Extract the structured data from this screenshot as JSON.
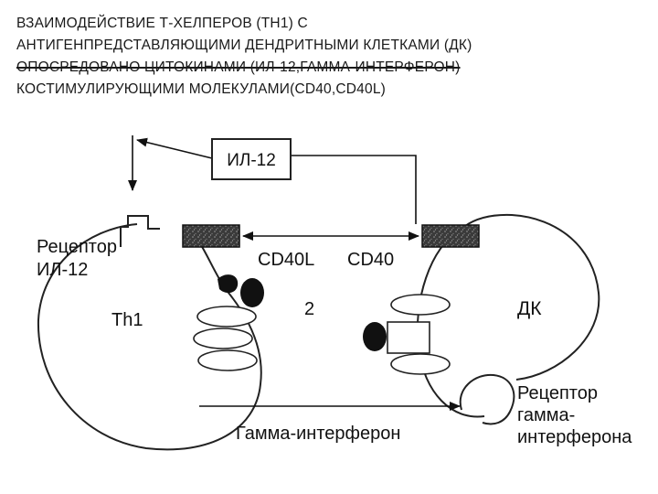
{
  "title": {
    "lines": [
      "ВЗАИМОДЕЙСТВИЕ Т-ХЕЛПЕРОВ (TH1) С",
      "АНТИГЕНПРЕДСТАВЛЯЮЩИМИ ДЕНДРИТНЫМИ КЛЕТКАМИ (ДК)",
      "ОПОСРЕДОВАНО ЦИТОКИНАМИ (ИЛ-12,ГАММА-ИНТЕРФЕРОН)",
      "КОСТИМУЛИРУЮЩИМИ МОЛЕКУЛАМИ(CD40,CD40L)"
    ]
  },
  "diagram": {
    "il12_box": "ИЛ-12",
    "receptor_il12": [
      "Рецептор",
      "ИЛ-12"
    ],
    "cd40l": "CD40L",
    "cd40": "CD40",
    "th1": "Th1",
    "number": "2",
    "dc": "ДК",
    "receptor_ifn": [
      "Рецептор",
      "гамма-",
      "интерферона"
    ],
    "ifn_gamma": "Гамма-интерферон"
  }
}
